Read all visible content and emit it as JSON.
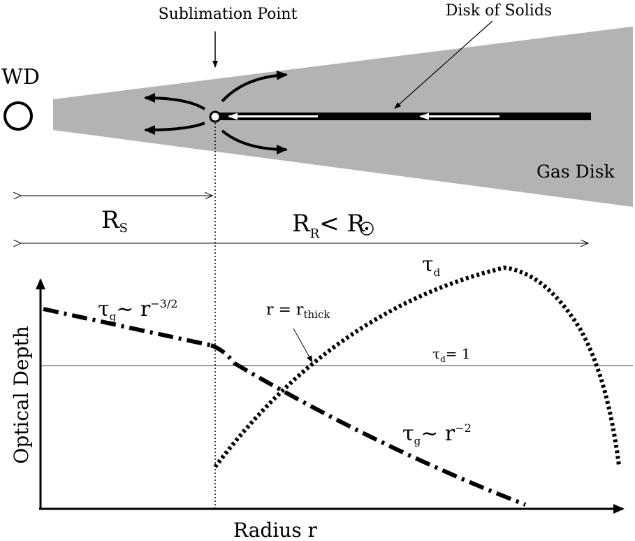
{
  "labels": {
    "sublimation_point": "Sublimation Point",
    "disk_of_solids": "Disk of Solids",
    "wd": "WD",
    "gas_disk": "Gas Disk",
    "rs_main": "R",
    "rs_sub": "S",
    "rr_main": "R",
    "rr_sub": "R",
    "rr_lt": "< R",
    "tau_g_inner_main": "τ",
    "tau_g_inner_sub": "g",
    "tau_g_inner_tilde": "~ r",
    "tau_g_inner_exp": "−3/2",
    "tau_d_main": "τ",
    "tau_d_sub": "d",
    "r_thick_main": "r = r",
    "r_thick_sub": "thick",
    "tau_d_one_main": "τ",
    "tau_d_one_sub": "d",
    "tau_d_one_val": "= 1",
    "tau_g_outer_main": "τ",
    "tau_g_outer_sub": "g",
    "tau_g_outer_tilde": "~ r",
    "tau_g_outer_exp": "−2",
    "y_axis": "Optical Depth",
    "x_axis": "Radius r"
  },
  "colors": {
    "gas_disk": "#b3b3b3",
    "disk_of_solids": "#000000",
    "inflow_arrows": "#ffffff",
    "ink": "#000000"
  },
  "icons": {
    "white_dwarf": "open-circle",
    "sun_symbol": "circled-dot"
  }
}
